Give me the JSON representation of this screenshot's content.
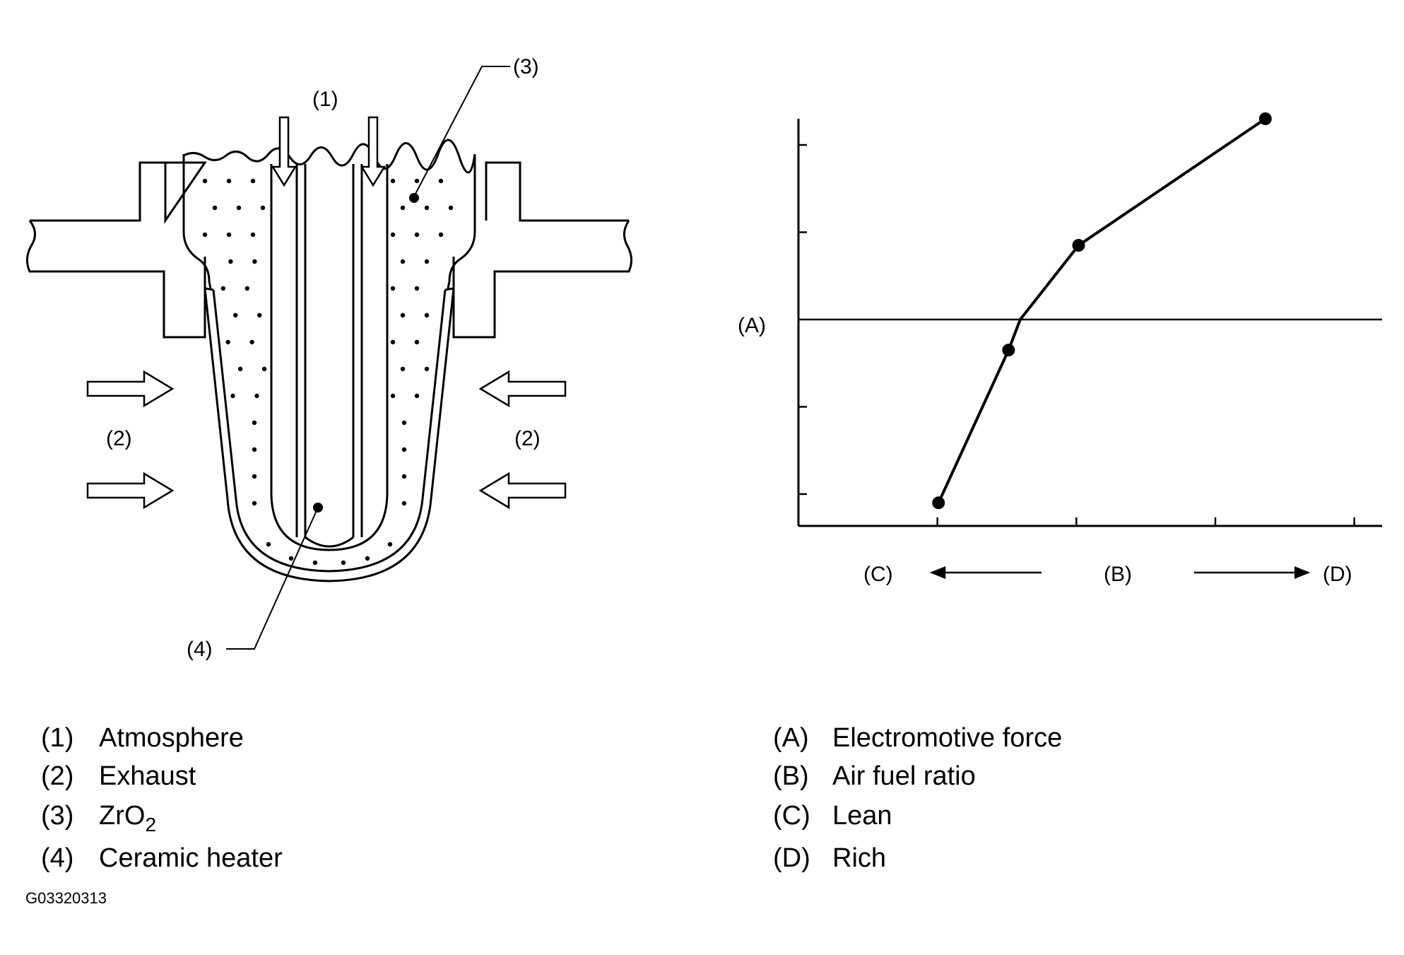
{
  "sensor": {
    "callouts": {
      "atmosphere": "(1)",
      "exhaust_left": "(2)",
      "exhaust_right": "(2)",
      "zro2": "(3)",
      "heater": "(4)"
    }
  },
  "graph": {
    "axis_y_label": "(A)",
    "axis_x_label": "(B)",
    "lean_label": "(C)",
    "rich_label": "(D)"
  },
  "chart_data": {
    "type": "line",
    "x_label": "(B)",
    "y_label": "(A)",
    "x_direction": {
      "left": "(C)",
      "right": "(D)"
    },
    "x_ticks": 4,
    "y_ticks": 4,
    "x_range": [
      0,
      5
    ],
    "y_range": [
      -4.6,
      4.6
    ],
    "reference_line_y": 0,
    "points": [
      {
        "x": 1.2,
        "y": -4.2,
        "marker": true
      },
      {
        "x": 1.8,
        "y": -0.7,
        "marker": true
      },
      {
        "x": 1.9,
        "y": 0.0,
        "marker": false
      },
      {
        "x": 2.4,
        "y": 1.7,
        "marker": true
      },
      {
        "x": 4.0,
        "y": 4.6,
        "marker": true
      }
    ]
  },
  "legend_left": [
    {
      "num": "(1)",
      "text": "Atmosphere"
    },
    {
      "num": "(2)",
      "text": "Exhaust"
    },
    {
      "num": "(3)",
      "text_main": "ZrO",
      "text_sub": "2"
    },
    {
      "num": "(4)",
      "text": "Ceramic heater"
    }
  ],
  "legend_right": [
    {
      "num": "(A)",
      "text": "Electromotive force"
    },
    {
      "num": "(B)",
      "text": "Air fuel ratio"
    },
    {
      "num": "(C)",
      "text": "Lean"
    },
    {
      "num": "(D)",
      "text": "Rich"
    }
  ],
  "figure_id": "G03320313"
}
